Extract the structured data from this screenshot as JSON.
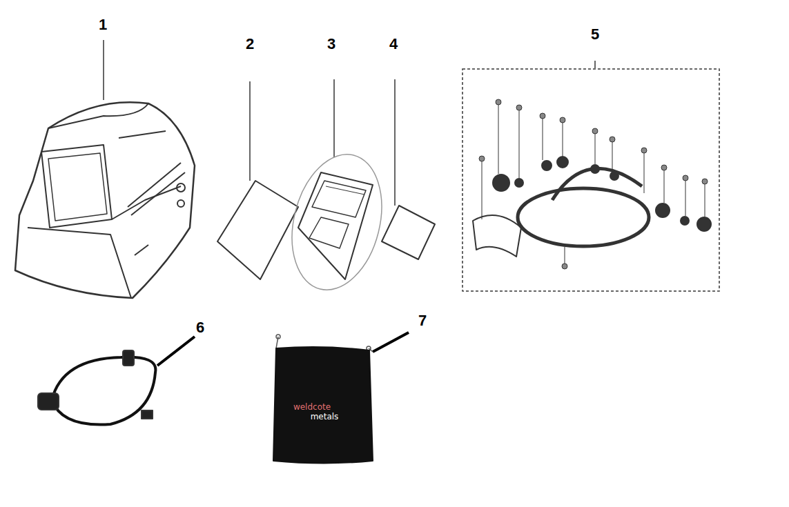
{
  "diagram": {
    "labels": [
      "1",
      "2",
      "3",
      "4",
      "5",
      "6",
      "7",
      "weldcote",
      "metals"
    ]
  }
}
